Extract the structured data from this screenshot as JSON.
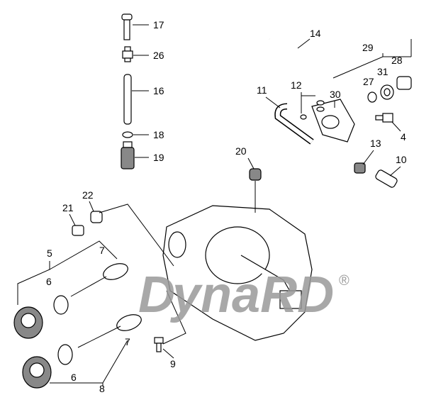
{
  "diagram": {
    "watermark": "DynaRD",
    "registered_mark": "®",
    "labels": {
      "p17": "17",
      "p26": "26",
      "p16": "16",
      "p18": "18",
      "p19": "19",
      "p14": "14",
      "p29": "29",
      "p28": "28",
      "p27": "27",
      "p31": "31",
      "p12": "12",
      "p30": "30",
      "p11": "11",
      "p4": "4",
      "p20": "20",
      "p13": "13",
      "p10": "10",
      "p21": "21",
      "p22": "22",
      "p5": "5",
      "p7a": "7",
      "p6a": "6",
      "p9": "9",
      "p7b": "7",
      "p6b": "6",
      "p8": "8"
    }
  }
}
